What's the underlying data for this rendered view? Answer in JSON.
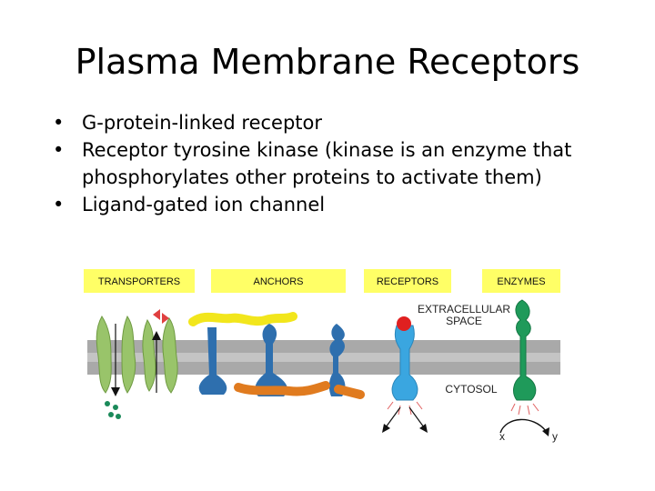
{
  "slide": {
    "title": "Plasma Membrane Receptors",
    "bullets": [
      {
        "bullet": "•",
        "text": "G-protein-linked receptor"
      },
      {
        "bullet": "•",
        "text": "Receptor tyrosine kinase (kinase is an enzyme that phosphorylates other proteins to activate them)"
      },
      {
        "bullet": "•",
        "text": "Ligand-gated ion channel"
      }
    ]
  },
  "figure": {
    "categories": [
      "TRANSPORTERS",
      "ANCHORS",
      "RECEPTORS",
      "ENZYMES"
    ],
    "labels": {
      "extracellular": "EXTRACELLULAR SPACE",
      "extracellular_line1": "EXTRACELLULAR",
      "extracellular_line2": "SPACE",
      "cytosol": "CYTOSOL",
      "x": "x",
      "y": "y"
    },
    "colors": {
      "label_box": "#ffff66",
      "membrane": "#a8a8a8",
      "transporter": "#99c46a",
      "anchor": "#2e6fae",
      "anchor_yellow": "#f2e61c",
      "anchor_orange": "#e07b1f",
      "receptor": "#3aa6e0",
      "ligand": "#e02020",
      "enzyme": "#1f9a5a"
    }
  }
}
